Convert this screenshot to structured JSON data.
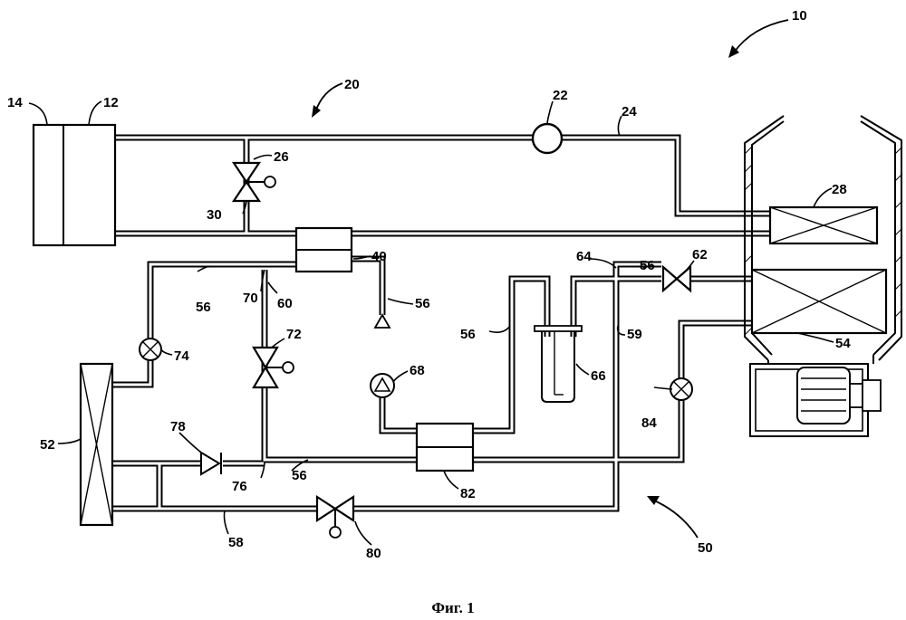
{
  "figure": {
    "caption": "Фиг. 1",
    "labels": {
      "system": "10",
      "battery_left": "14",
      "battery_right": "12",
      "coolant_loop": "20",
      "pump_loop": "22",
      "pipe_loop": "24",
      "valve_top": "26",
      "heater_core": "28",
      "valve_top_lbl": "30",
      "chiller": "40",
      "refrigerant_loop": "50",
      "condenser": "52",
      "evaporator": "54",
      "line_56_a": "56",
      "line_56_b": "56",
      "line_56_c": "56",
      "line_56_d": "56",
      "line_56_e": "56",
      "line_58": "58",
      "line_59": "59",
      "line_60": "60",
      "valve_62": "62",
      "line_64": "64",
      "accumulator": "66",
      "compressor": "68",
      "line_70": "70",
      "valve_72": "72",
      "exp_valve_74": "74",
      "line_76": "76",
      "check_valve_78": "78",
      "valve_80": "80",
      "ihx_82": "82",
      "exp_valve_84": "84"
    }
  }
}
